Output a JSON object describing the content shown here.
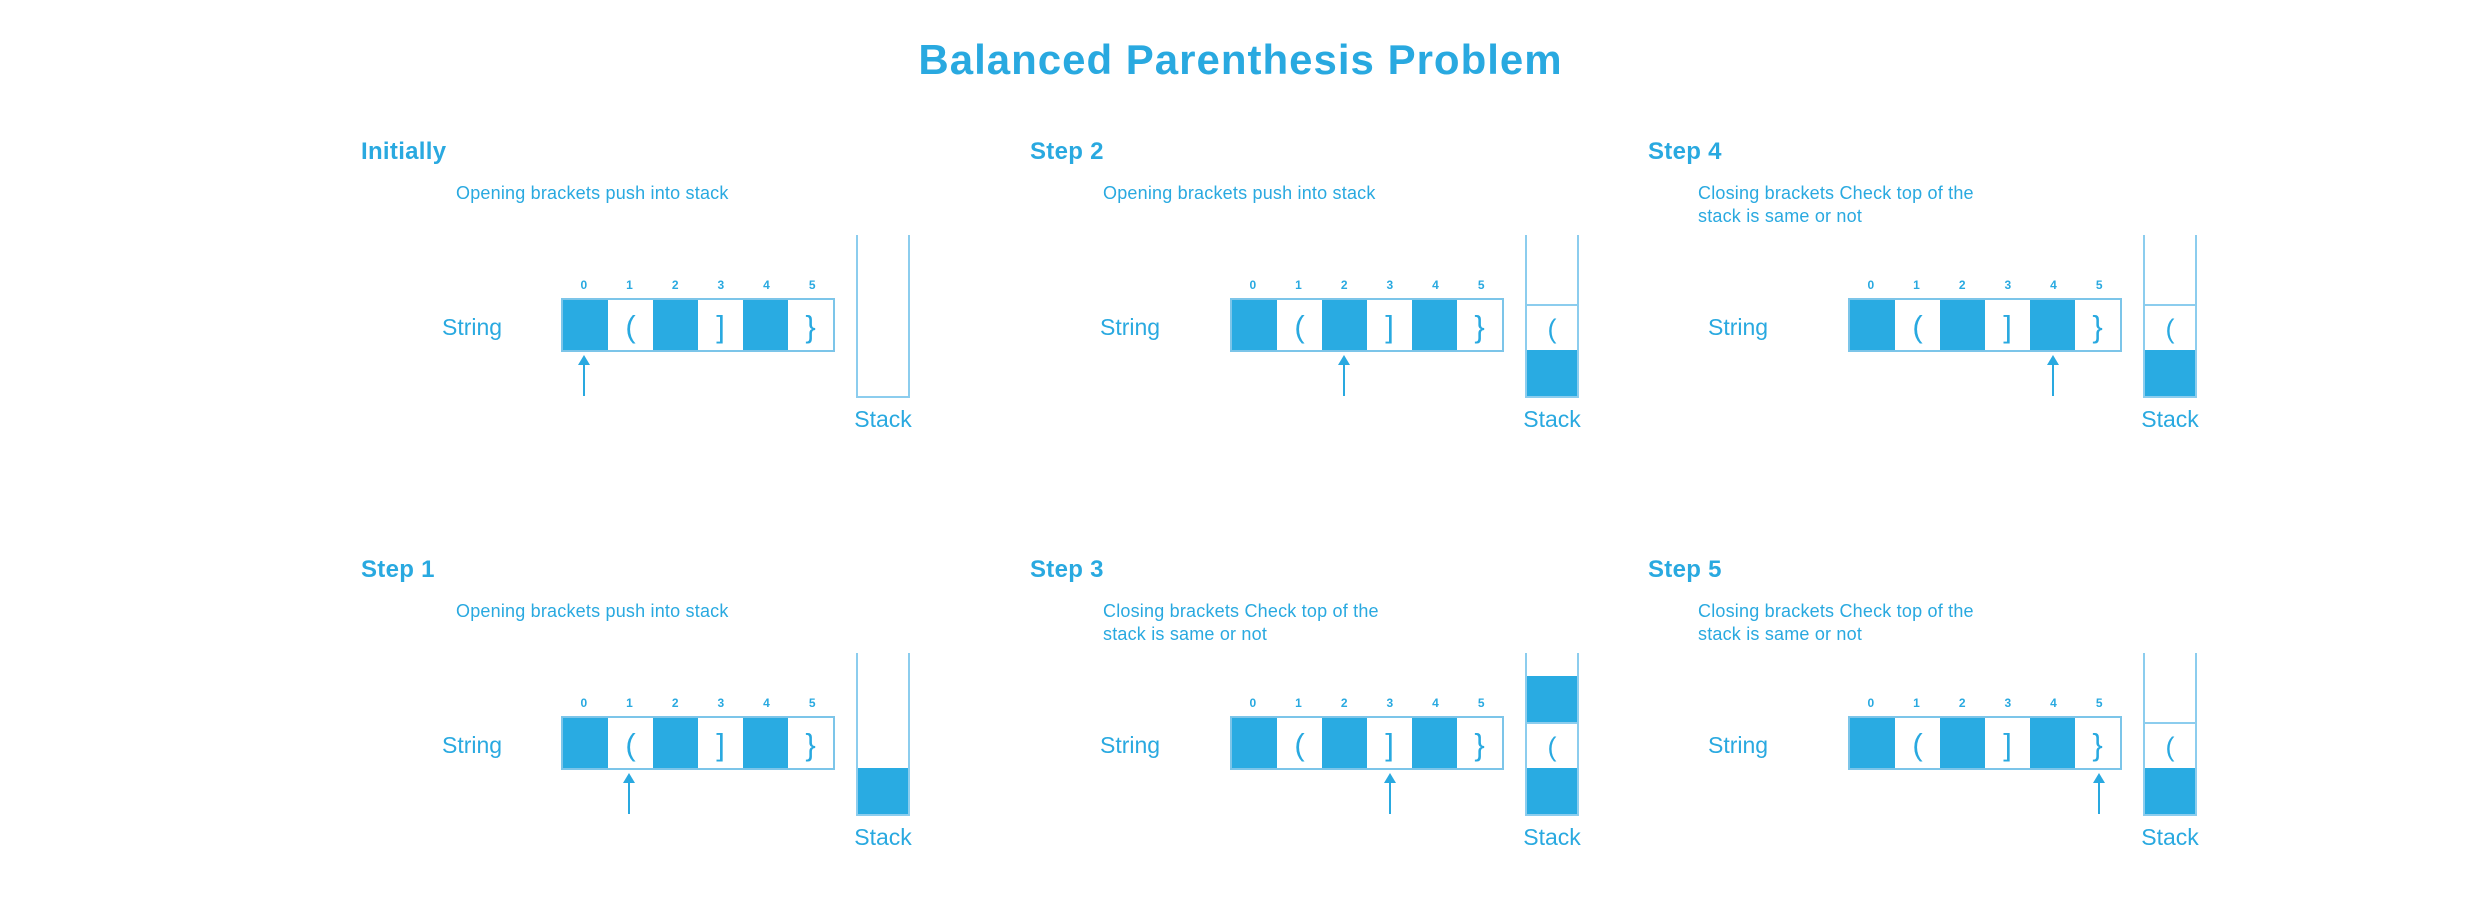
{
  "title": "Balanced Parenthesis Problem",
  "colors": {
    "primary_blue": "#29abe2",
    "text_blue": "#29a9e0",
    "outline_blue": "#8ccdee"
  },
  "labels": {
    "string": "String",
    "stack": "Stack"
  },
  "string": {
    "indices": [
      "0",
      "1",
      "2",
      "3",
      "4",
      "5"
    ],
    "cells": [
      {
        "char": "",
        "filled": true
      },
      {
        "char": "(",
        "filled": false
      },
      {
        "char": "",
        "filled": true
      },
      {
        "char": "]",
        "filled": false
      },
      {
        "char": "",
        "filled": true
      },
      {
        "char": "}",
        "filled": false
      }
    ]
  },
  "panels": [
    {
      "heading": "Initially",
      "caption": "Opening brackets push into stack",
      "pointer_index": 0,
      "stack": []
    },
    {
      "heading": "Step 2",
      "caption": "Opening brackets push into stack",
      "pointer_index": 2,
      "stack": [
        {
          "type": "filled",
          "char": ""
        },
        {
          "type": "open",
          "char": "("
        }
      ]
    },
    {
      "heading": "Step 4",
      "caption": "Closing brackets Check top of the\n stack is same or not",
      "pointer_index": 4,
      "stack": [
        {
          "type": "filled",
          "char": ""
        },
        {
          "type": "open",
          "char": "("
        }
      ]
    },
    {
      "heading": "Step 1",
      "caption": "Opening brackets push into stack",
      "pointer_index": 1,
      "stack": [
        {
          "type": "filled",
          "char": ""
        }
      ]
    },
    {
      "heading": "Step 3",
      "caption": "Closing brackets Check top of the\n stack is same or not",
      "pointer_index": 3,
      "stack": [
        {
          "type": "filled",
          "char": ""
        },
        {
          "type": "open",
          "char": "("
        },
        {
          "type": "filled",
          "char": ""
        }
      ]
    },
    {
      "heading": "Step 5",
      "caption": "Closing brackets Check top of the\n stack is same or not",
      "pointer_index": 5,
      "stack": [
        {
          "type": "filled",
          "char": ""
        },
        {
          "type": "open",
          "char": "("
        }
      ]
    }
  ]
}
